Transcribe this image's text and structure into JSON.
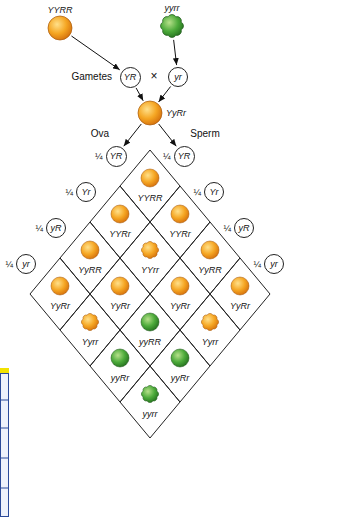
{
  "diagram": {
    "nodes": [
      {
        "text": [
          "YYRR"
        ]
      },
      {
        "text": [
          "yyrr"
        ]
      },
      {
        "text": [
          "YR"
        ]
      },
      {
        "text": [
          "yr"
        ]
      },
      {
        "text": [
          "YyRr"
        ]
      },
      {
        "text": [
          "¼",
          "YR"
        ]
      },
      {
        "text": [
          "¼",
          "Yr"
        ]
      },
      {
        "text": [
          "¼",
          "yR"
        ]
      },
      {
        "text": [
          "¼",
          "yr"
        ]
      },
      {
        "text": [
          "¼",
          "YR"
        ]
      },
      {
        "text": [
          "¼",
          "Yr"
        ]
      },
      {
        "text": [
          "¼",
          "yR"
        ]
      },
      {
        "text": [
          "¼",
          "yr"
        ]
      },
      {
        "text": [
          "YYRR"
        ]
      },
      {
        "text": [
          "YYRr"
        ]
      },
      {
        "text": [
          "YYRr"
        ]
      },
      {
        "text": [
          "YyRR"
        ]
      },
      {
        "text": [
          "YYrr"
        ]
      },
      {
        "text": [
          "YyRR"
        ]
      },
      {
        "text": [
          "YyRr"
        ]
      },
      {
        "text": [
          "YyRr"
        ]
      },
      {
        "text": [
          "YyRr"
        ]
      },
      {
        "text": [
          "YyRr"
        ]
      },
      {
        "text": [
          "Yyrr"
        ]
      },
      {
        "text": [
          "yyRR"
        ]
      },
      {
        "text": [
          "Yyrr"
        ]
      },
      {
        "text": [
          "yyRr"
        ]
      },
      {
        "text": [
          "yyRr"
        ]
      },
      {
        "text": [
          "yyrr"
        ]
      }
    ],
    "edges": [
      {
        "from": 0,
        "to": 2,
        "arrow": "to"
      },
      {
        "from": 1,
        "to": 3,
        "arrow": "to"
      },
      {
        "from": 2,
        "to": 4,
        "arrow": "to"
      },
      {
        "from": 3,
        "to": 4,
        "arrow": "to"
      },
      {
        "from": 4,
        "to": 5,
        "arrow": "to"
      },
      {
        "from": 4,
        "to": 9,
        "arrow": "to"
      }
    ],
    "labels": [
      "Gametes",
      "×",
      "Ova",
      "Sperm"
    ]
  }
}
